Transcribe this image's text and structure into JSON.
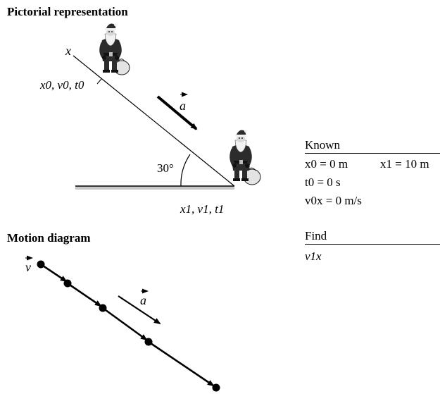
{
  "pictorial": {
    "title": "Pictorial representation",
    "axis_label": "x",
    "start_label": "x0, v0, t0",
    "end_label": "x1, v1, t1",
    "accel_label": "a",
    "angle_label": "30°",
    "angle_deg": 30
  },
  "motion": {
    "title": "Motion diagram",
    "velocity_label": "v",
    "accel_label": "a",
    "dot_count": 5
  },
  "known": {
    "title": "Known",
    "items": [
      "x0 = 0 m",
      "x1 = 10 m",
      "t0 = 0 s",
      "v0x = 0 m/s"
    ]
  },
  "find": {
    "title": "Find",
    "items": [
      "v1x"
    ]
  }
}
